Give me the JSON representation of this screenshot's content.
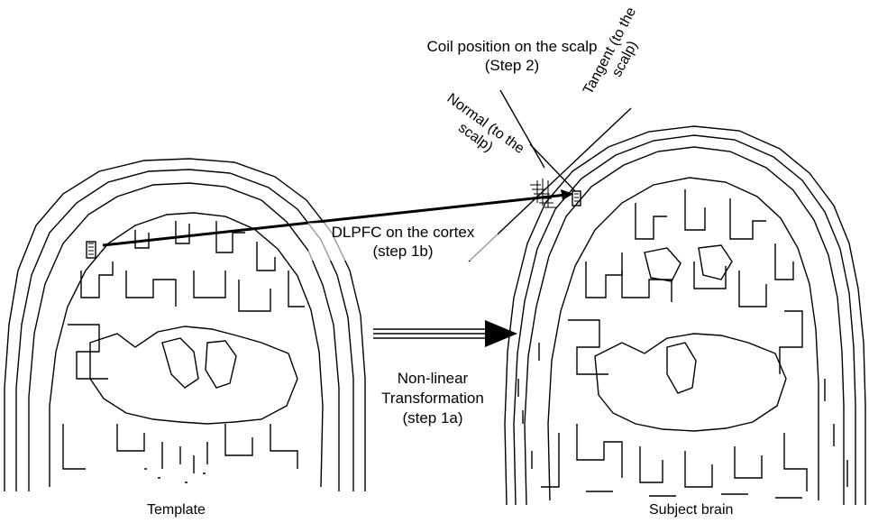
{
  "labels": {
    "coil_position_line1": "Coil position on the scalp",
    "coil_position_line2": "(Step 2)",
    "tangent_line1": "Tangent (to the",
    "tangent_line2": "scalp)",
    "normal_line1": "Normal (to the",
    "normal_line2": "scalp)",
    "dlpfc_line1": "DLPFC on the cortex",
    "dlpfc_line2": "(step 1b)",
    "nonlinear_line1": "Non-linear",
    "nonlinear_line2": "Transformation",
    "nonlinear_line3": "(step 1a)"
  },
  "captions": {
    "template": "Template",
    "subject_brain": "Subject brain"
  },
  "colors": {
    "line": "#000000",
    "background": "#ffffff"
  }
}
